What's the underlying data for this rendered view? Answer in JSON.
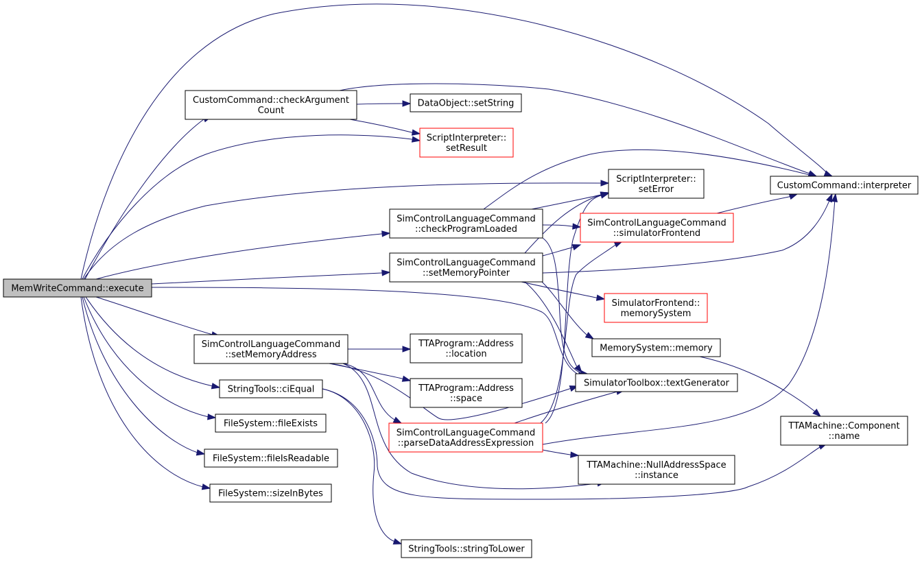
{
  "graph": {
    "colors": {
      "edge": "#191970",
      "node_border": "#000000",
      "node_border_highlight": "#ff0000",
      "root_fill": "#bfbfbf"
    },
    "nodes": {
      "exec": {
        "lines": [
          "MemWriteCommand::execute"
        ]
      },
      "checkArg": {
        "lines": [
          "CustomCommand::checkArgument",
          "Count"
        ]
      },
      "setString": {
        "lines": [
          "DataObject::setString"
        ]
      },
      "setResult": {
        "lines": [
          "ScriptInterpreter::",
          "setResult"
        ]
      },
      "interp": {
        "lines": [
          "CustomCommand::interpreter"
        ]
      },
      "setError": {
        "lines": [
          "ScriptInterpreter::",
          "setError"
        ]
      },
      "checkProg": {
        "lines": [
          "SimControlLanguageCommand",
          "::checkProgramLoaded"
        ]
      },
      "simFront": {
        "lines": [
          "SimControlLanguageCommand",
          "::simulatorFrontend"
        ]
      },
      "setMemPtr": {
        "lines": [
          "SimControlLanguageCommand",
          "::setMemoryPointer"
        ]
      },
      "memSystem": {
        "lines": [
          "SimulatorFrontend::",
          "memorySystem"
        ]
      },
      "memory": {
        "lines": [
          "MemorySystem::memory"
        ]
      },
      "setMemAddr": {
        "lines": [
          "SimControlLanguageCommand",
          "::setMemoryAddress"
        ]
      },
      "location": {
        "lines": [
          "TTAProgram::Address",
          "::location"
        ]
      },
      "space": {
        "lines": [
          "TTAProgram::Address",
          "::space"
        ]
      },
      "textGen": {
        "lines": [
          "SimulatorToolbox::textGenerator"
        ]
      },
      "ciEqual": {
        "lines": [
          "StringTools::ciEqual"
        ]
      },
      "parseExpr": {
        "lines": [
          "SimControlLanguageCommand",
          "::parseDataAddressExpression"
        ]
      },
      "compName": {
        "lines": [
          "TTAMachine::Component",
          "::name"
        ]
      },
      "fileExists": {
        "lines": [
          "FileSystem::fileExists"
        ]
      },
      "fileReadable": {
        "lines": [
          "FileSystem::fileIsReadable"
        ]
      },
      "nullAddr": {
        "lines": [
          "TTAMachine::NullAddressSpace",
          "::instance"
        ]
      },
      "sizeInBytes": {
        "lines": [
          "FileSystem::sizeInBytes"
        ]
      },
      "toLower": {
        "lines": [
          "StringTools::stringToLower"
        ]
      }
    }
  }
}
